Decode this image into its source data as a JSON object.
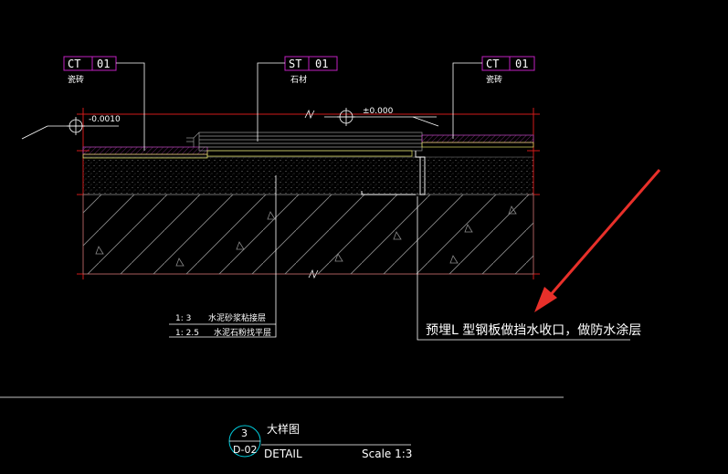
{
  "tags": [
    {
      "code": "CT",
      "num": "01",
      "material": "瓷砖"
    },
    {
      "code": "ST",
      "num": "01",
      "material": "石材"
    },
    {
      "code": "CT",
      "num": "01",
      "material": "瓷砖"
    }
  ],
  "levels": {
    "left": "-0.0010",
    "center": "±0.000"
  },
  "notes": {
    "line1_ratio": "1: 3",
    "line1_text": "水泥砂浆粘接层",
    "line2_ratio": "1: 2.5",
    "line2_text": "水泥石粉找平层",
    "callout": "预埋L 型钢板做挡水收口，做防水涂层"
  },
  "title_block": {
    "number": "3",
    "sheet": "D-02",
    "title_cn": "大样图",
    "title_en": "DETAIL",
    "scale": "Scale 1:3"
  },
  "colors": {
    "background": "#000000",
    "grid_red": "#d11a1a",
    "tag_magenta": "#c020c0",
    "tile_magenta": "#b040b0",
    "concrete_gray": "#8a8a8a",
    "arrow_red": "#e8302a",
    "dim_line": "#ffffff",
    "bubble_cyan": "#00c8d8"
  }
}
